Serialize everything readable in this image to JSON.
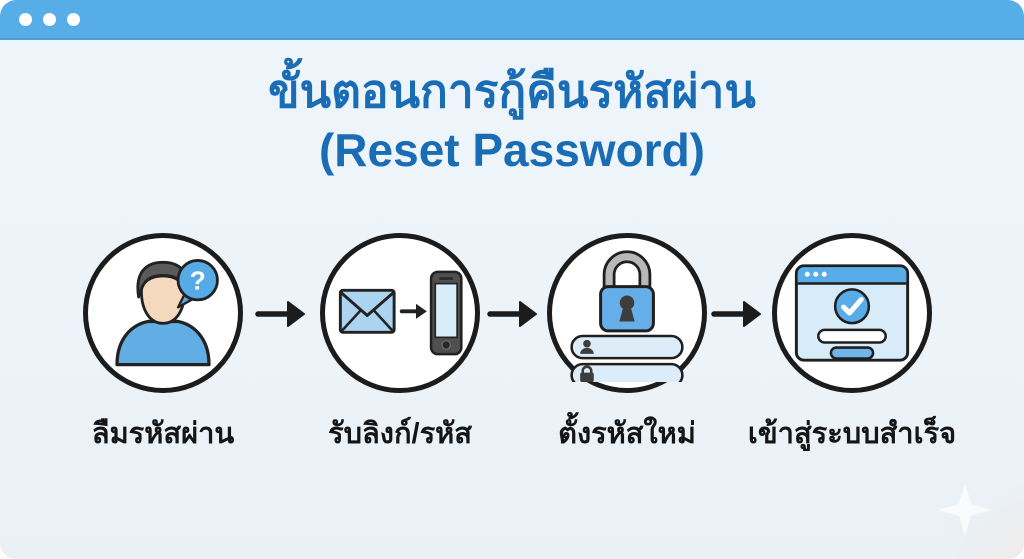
{
  "window": {
    "type": "browser-frame",
    "titlebar_color": "#57ADE8",
    "control_dots": 3
  },
  "title": {
    "line1": "ขั้นตอนการกู้คืนรหัสผ่าน",
    "line2": "(Reset Password)",
    "color": "#1A6CB5"
  },
  "steps": [
    {
      "index": 1,
      "label": "ลืมรหัสผ่าน",
      "icon": "person-question-icon",
      "bubble_text": "?"
    },
    {
      "index": 2,
      "label": "รับลิงก์/รหัส",
      "icon": "email-to-phone-icon"
    },
    {
      "index": 3,
      "label": "ตั้งรหัสใหม่",
      "icon": "lock-new-password-icon"
    },
    {
      "index": 4,
      "label": "เข้าสู่ระบบสำเร็จ",
      "icon": "browser-success-icon"
    }
  ],
  "colors": {
    "accent_blue": "#57ADE8",
    "icon_blue": "#63ADE5",
    "light_blue_fill": "#D8EBF8",
    "panel_bg": "#EDF4F9",
    "outline": "#1F1F1F",
    "title_blue": "#1A6CB5"
  }
}
